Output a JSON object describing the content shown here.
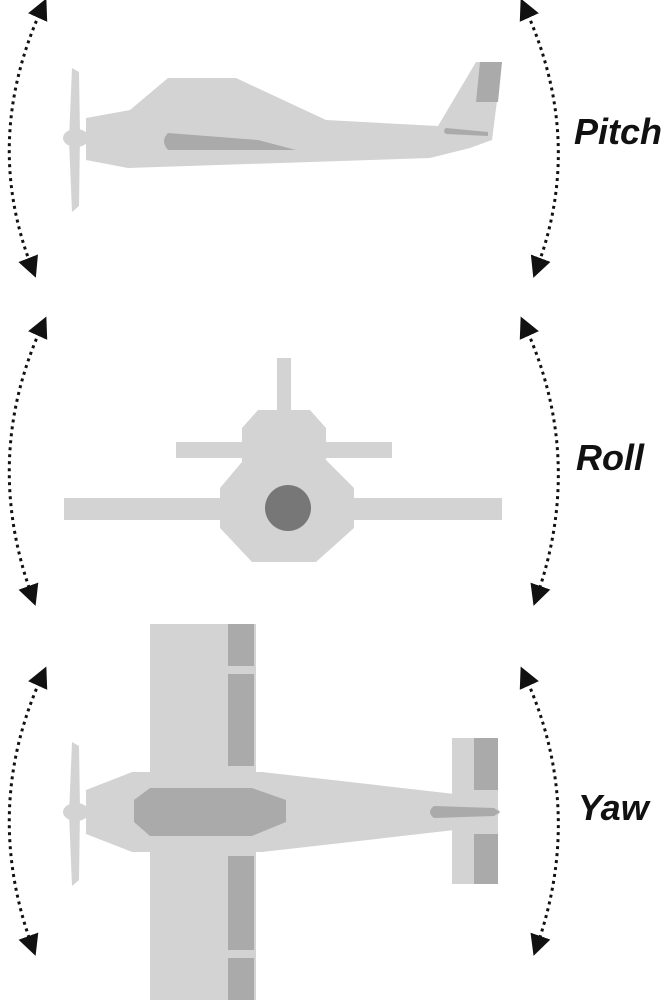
{
  "diagram": {
    "panels": [
      {
        "id": "pitch",
        "label": "Pitch",
        "view": "side"
      },
      {
        "id": "roll",
        "label": "Roll",
        "view": "front"
      },
      {
        "id": "yaw",
        "label": "Yaw",
        "view": "top"
      }
    ]
  },
  "colors": {
    "body": "#d3d3d3",
    "accent": "#aaaaaa",
    "dark": "#777777",
    "arrow": "#111111",
    "label": "#111111"
  }
}
